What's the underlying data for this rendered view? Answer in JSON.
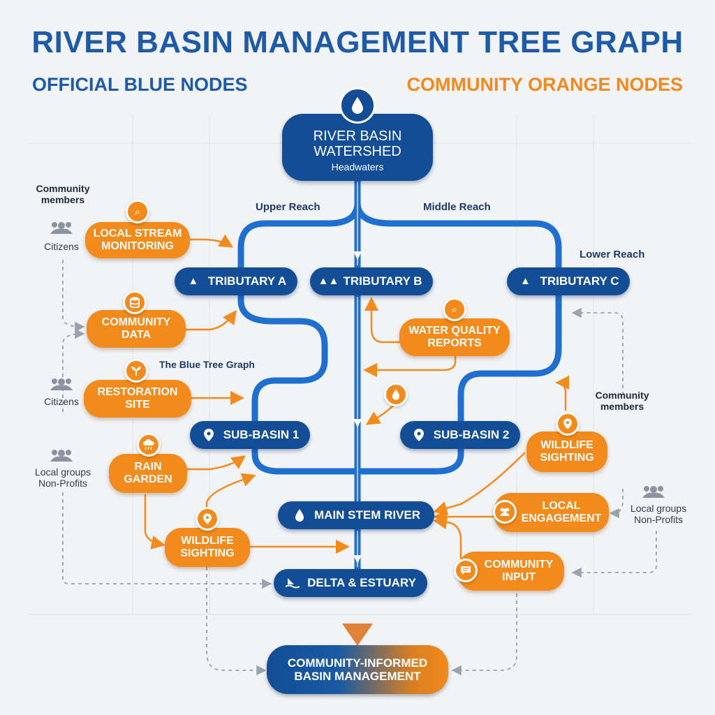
{
  "title": "RIVER BASIN MANAGEMENT TREE GRAPH",
  "legend": {
    "official": "OFFICIAL BLUE NODES",
    "community": "COMMUNITY ORANGE NODES"
  },
  "colors": {
    "official": "#124d95",
    "community": "#f28a1c",
    "connector": "#1f6fd0"
  },
  "root": {
    "line1": "RIVER BASIN",
    "line2": "WATERSHED",
    "sub": "Headwaters",
    "icon": "water-drop-icon"
  },
  "reach_labels": {
    "upper": "Upper Reach",
    "middle": "Middle Reach",
    "lower": "Lower Reach"
  },
  "annotation": "The Blue Tree Graph",
  "official_nodes": {
    "tributary_a": {
      "label": "TRIBUTARY A",
      "icon": "tree-icon"
    },
    "tributary_b": {
      "label": "TRIBUTARY B",
      "icon": "trees-icon"
    },
    "tributary_c": {
      "label": "TRIBUTARY C",
      "icon": "tree-icon"
    },
    "sub_basin_1": {
      "label": "SUB-BASIN 1",
      "icon": "location-pin-icon"
    },
    "sub_basin_2": {
      "label": "SUB-BASIN 2",
      "icon": "location-pin-icon"
    },
    "main_stem": {
      "label": "MAIN STEM RIVER",
      "icon": "water-drop-icon"
    },
    "delta": {
      "label": "DELTA & ESTUARY",
      "icon": "boat-icon"
    }
  },
  "community_nodes": {
    "stream_monitoring": {
      "line1": "LOCAL STREAM",
      "line2": "MONITORING",
      "icon": "magnifier-icon"
    },
    "community_data": {
      "line1": "COMMUNITY",
      "line2": "DATA",
      "icon": "database-icon"
    },
    "restoration_site": {
      "line1": "RESTORATION",
      "line2": "SITE",
      "icon": "sprout-icon"
    },
    "rain_garden": {
      "line1": "RAIN",
      "line2": "GARDEN",
      "icon": "rain-cloud-icon"
    },
    "wildlife_left": {
      "line1": "WILDLIFE",
      "line2": "SIGHTING",
      "icon": "location-pin-icon"
    },
    "water_quality": {
      "line1": "WATER QUALITY",
      "line2": "REPORTS",
      "icon": "magnifier-icon"
    },
    "wildlife_right": {
      "line1": "WILDLIFE",
      "line2": "SIGHTING",
      "icon": "location-pin-icon"
    },
    "local_engagement": {
      "line1": "LOCAL",
      "line2": "ENGAGEMENT",
      "icon": "people-icon"
    },
    "community_input": {
      "line1": "COMMUNITY",
      "line2": "INPUT",
      "icon": "chat-icon"
    }
  },
  "outcome": {
    "line1": "COMMUNITY-INFORMED",
    "line2": "BASIN MANAGEMENT"
  },
  "side_labels": {
    "community_members_left": {
      "line1": "Community",
      "line2": "members"
    },
    "citizens_1": "Citizens",
    "citizens_2": "Citizens",
    "local_groups_left": {
      "line1": "Local groups",
      "line2": "Non-Profits"
    },
    "community_members_right": {
      "line1": "Community",
      "line2": "members"
    },
    "local_groups_right": {
      "line1": "Local groups",
      "line2": "Non-Profits"
    }
  }
}
